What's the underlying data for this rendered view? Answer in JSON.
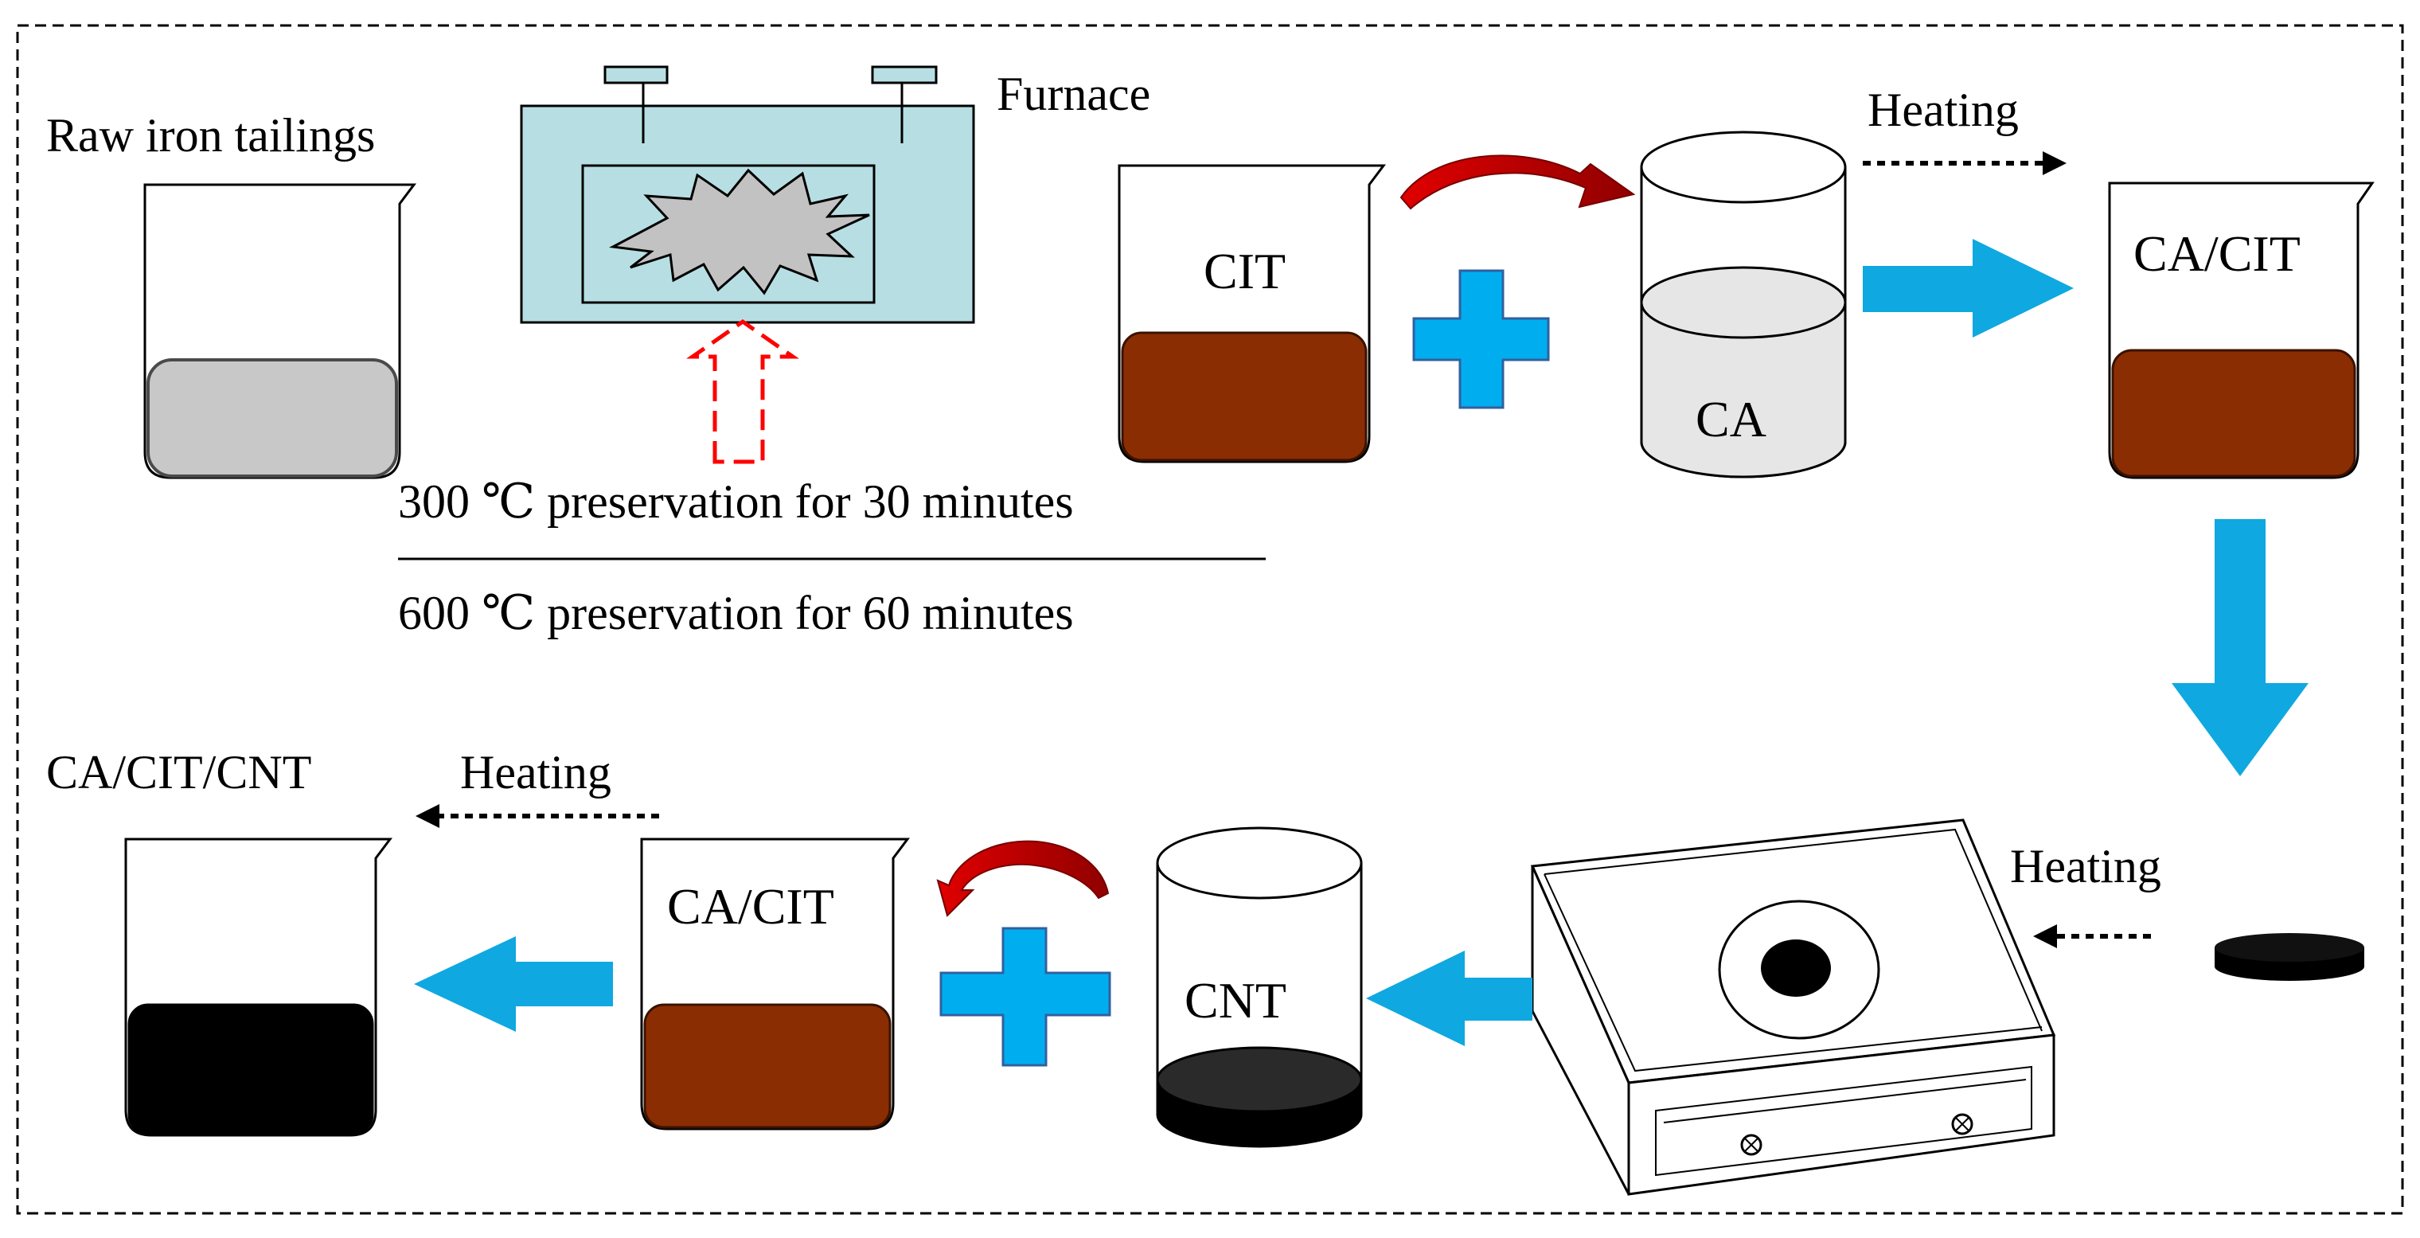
{
  "labels": {
    "raw_iron_tailings": "Raw iron tailings",
    "furnace": "Furnace",
    "cit": "CIT",
    "ca": "CA",
    "ca_cit_top": "CA/CIT",
    "ca_cit_bottom": "CA/CIT",
    "cnt": "CNT",
    "ca_cit_cnt": "CA/CIT/CNT",
    "heating_top": "Heating",
    "heating_right": "Heating",
    "heating_bottom": "Heating",
    "preservation_300": "300 ℃ preservation for 30 minutes",
    "preservation_600": "600 ℃ preservation for 60 minutes"
  },
  "colors": {
    "raw_tailings_fill": "#c8c8c8",
    "cit_brown": "#8b2d02",
    "ca_liquid": "#e6e6e6",
    "cnt_black": "#000000",
    "arrow_blue": "#0fa8e0",
    "plus_blue": "#00aeef",
    "curved_arrow_red": "#c40000",
    "heat_arrow_red": "#ff0000",
    "furnace_fill": "#b7dfe3"
  }
}
